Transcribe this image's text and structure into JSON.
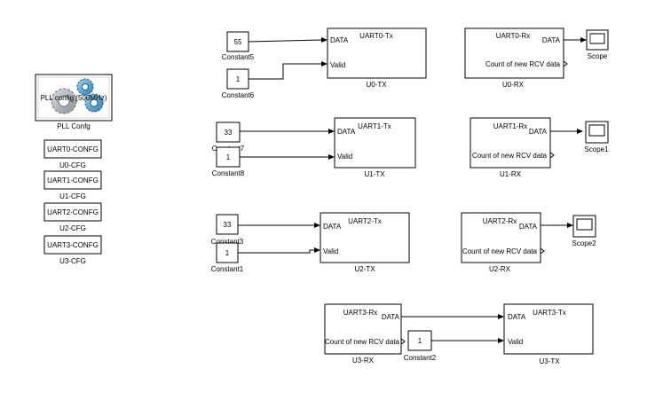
{
  "pll": {
    "block_text": "PLL config (500MHz)",
    "caption": "PLL Confg"
  },
  "cfg": [
    {
      "text": "UART0-CONFG",
      "caption": "U0-CFG"
    },
    {
      "text": "UART1-CONFG",
      "caption": "U1-CFG"
    },
    {
      "text": "UART2-CONFG",
      "caption": "U2-CFG"
    },
    {
      "text": "UART3-CONFG",
      "caption": "U3-CFG"
    }
  ],
  "constants": [
    {
      "value": "55",
      "caption": "Constant5"
    },
    {
      "value": "1",
      "caption": "Constant6"
    },
    {
      "value": "33",
      "caption": "Constant7"
    },
    {
      "value": "1",
      "caption": "Constant8"
    },
    {
      "value": "33",
      "caption": "Constant3"
    },
    {
      "value": "1",
      "caption": "Constant1"
    },
    {
      "value": "1",
      "caption": "Constant2"
    }
  ],
  "tx": [
    {
      "title": "UART0-Tx",
      "in1": "DATA",
      "in2": "Valid",
      "caption": "U0-TX"
    },
    {
      "title": "UART1-Tx",
      "in1": "DATA",
      "in2": "Valid",
      "caption": "U1-TX"
    },
    {
      "title": "UART2-Tx",
      "in1": "DATA",
      "in2": "Valid",
      "caption": "U2-TX"
    },
    {
      "title": "UART3-Tx",
      "in1": "DATA",
      "in2": "Valid",
      "caption": "U3-TX"
    }
  ],
  "rx": [
    {
      "title": "UART0-Rx",
      "out1": "DATA",
      "out2": "Count of new RCV data",
      "caption": "U0-RX"
    },
    {
      "title": "UART1-Rx",
      "out1": "DATA",
      "out2": "Count of new RCV data",
      "caption": "U1-RX"
    },
    {
      "title": "UART2-Rx",
      "out1": "DATA",
      "out2": "Count of new RCV data",
      "caption": "U2-RX"
    },
    {
      "title": "UART3-Rx",
      "out1": "DATA",
      "out2": "Count of new RCV data",
      "caption": "U3-RX"
    }
  ],
  "scopes": [
    {
      "caption": "Scope"
    },
    {
      "caption": "Scope1"
    },
    {
      "caption": "Scope2"
    }
  ]
}
